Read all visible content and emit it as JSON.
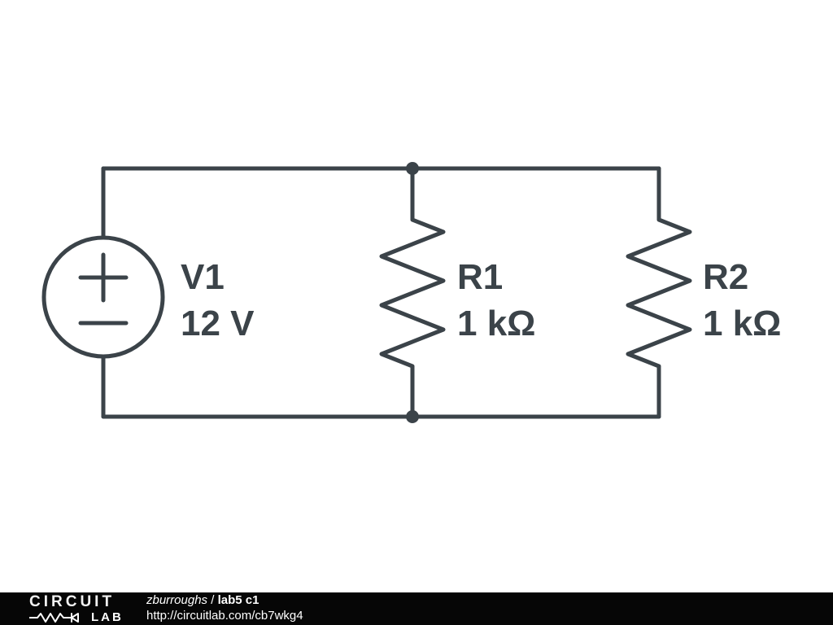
{
  "canvas": {
    "background": "#ffffff",
    "stroke_color": "#3b4349"
  },
  "components": {
    "v1": {
      "name": "V1",
      "value": "12 V",
      "type": "voltage-source"
    },
    "r1": {
      "name": "R1",
      "value": "1 kΩ",
      "type": "resistor"
    },
    "r2": {
      "name": "R2",
      "value": "1 kΩ",
      "type": "resistor"
    }
  },
  "footer": {
    "logo_line1": "CIRCUIT",
    "logo_line2": "LAB",
    "author": "zburroughs",
    "separator": " / ",
    "title": "lab5 c1",
    "url": "http://circuitlab.com/cb7wkg4",
    "bar_color": "#060606"
  }
}
